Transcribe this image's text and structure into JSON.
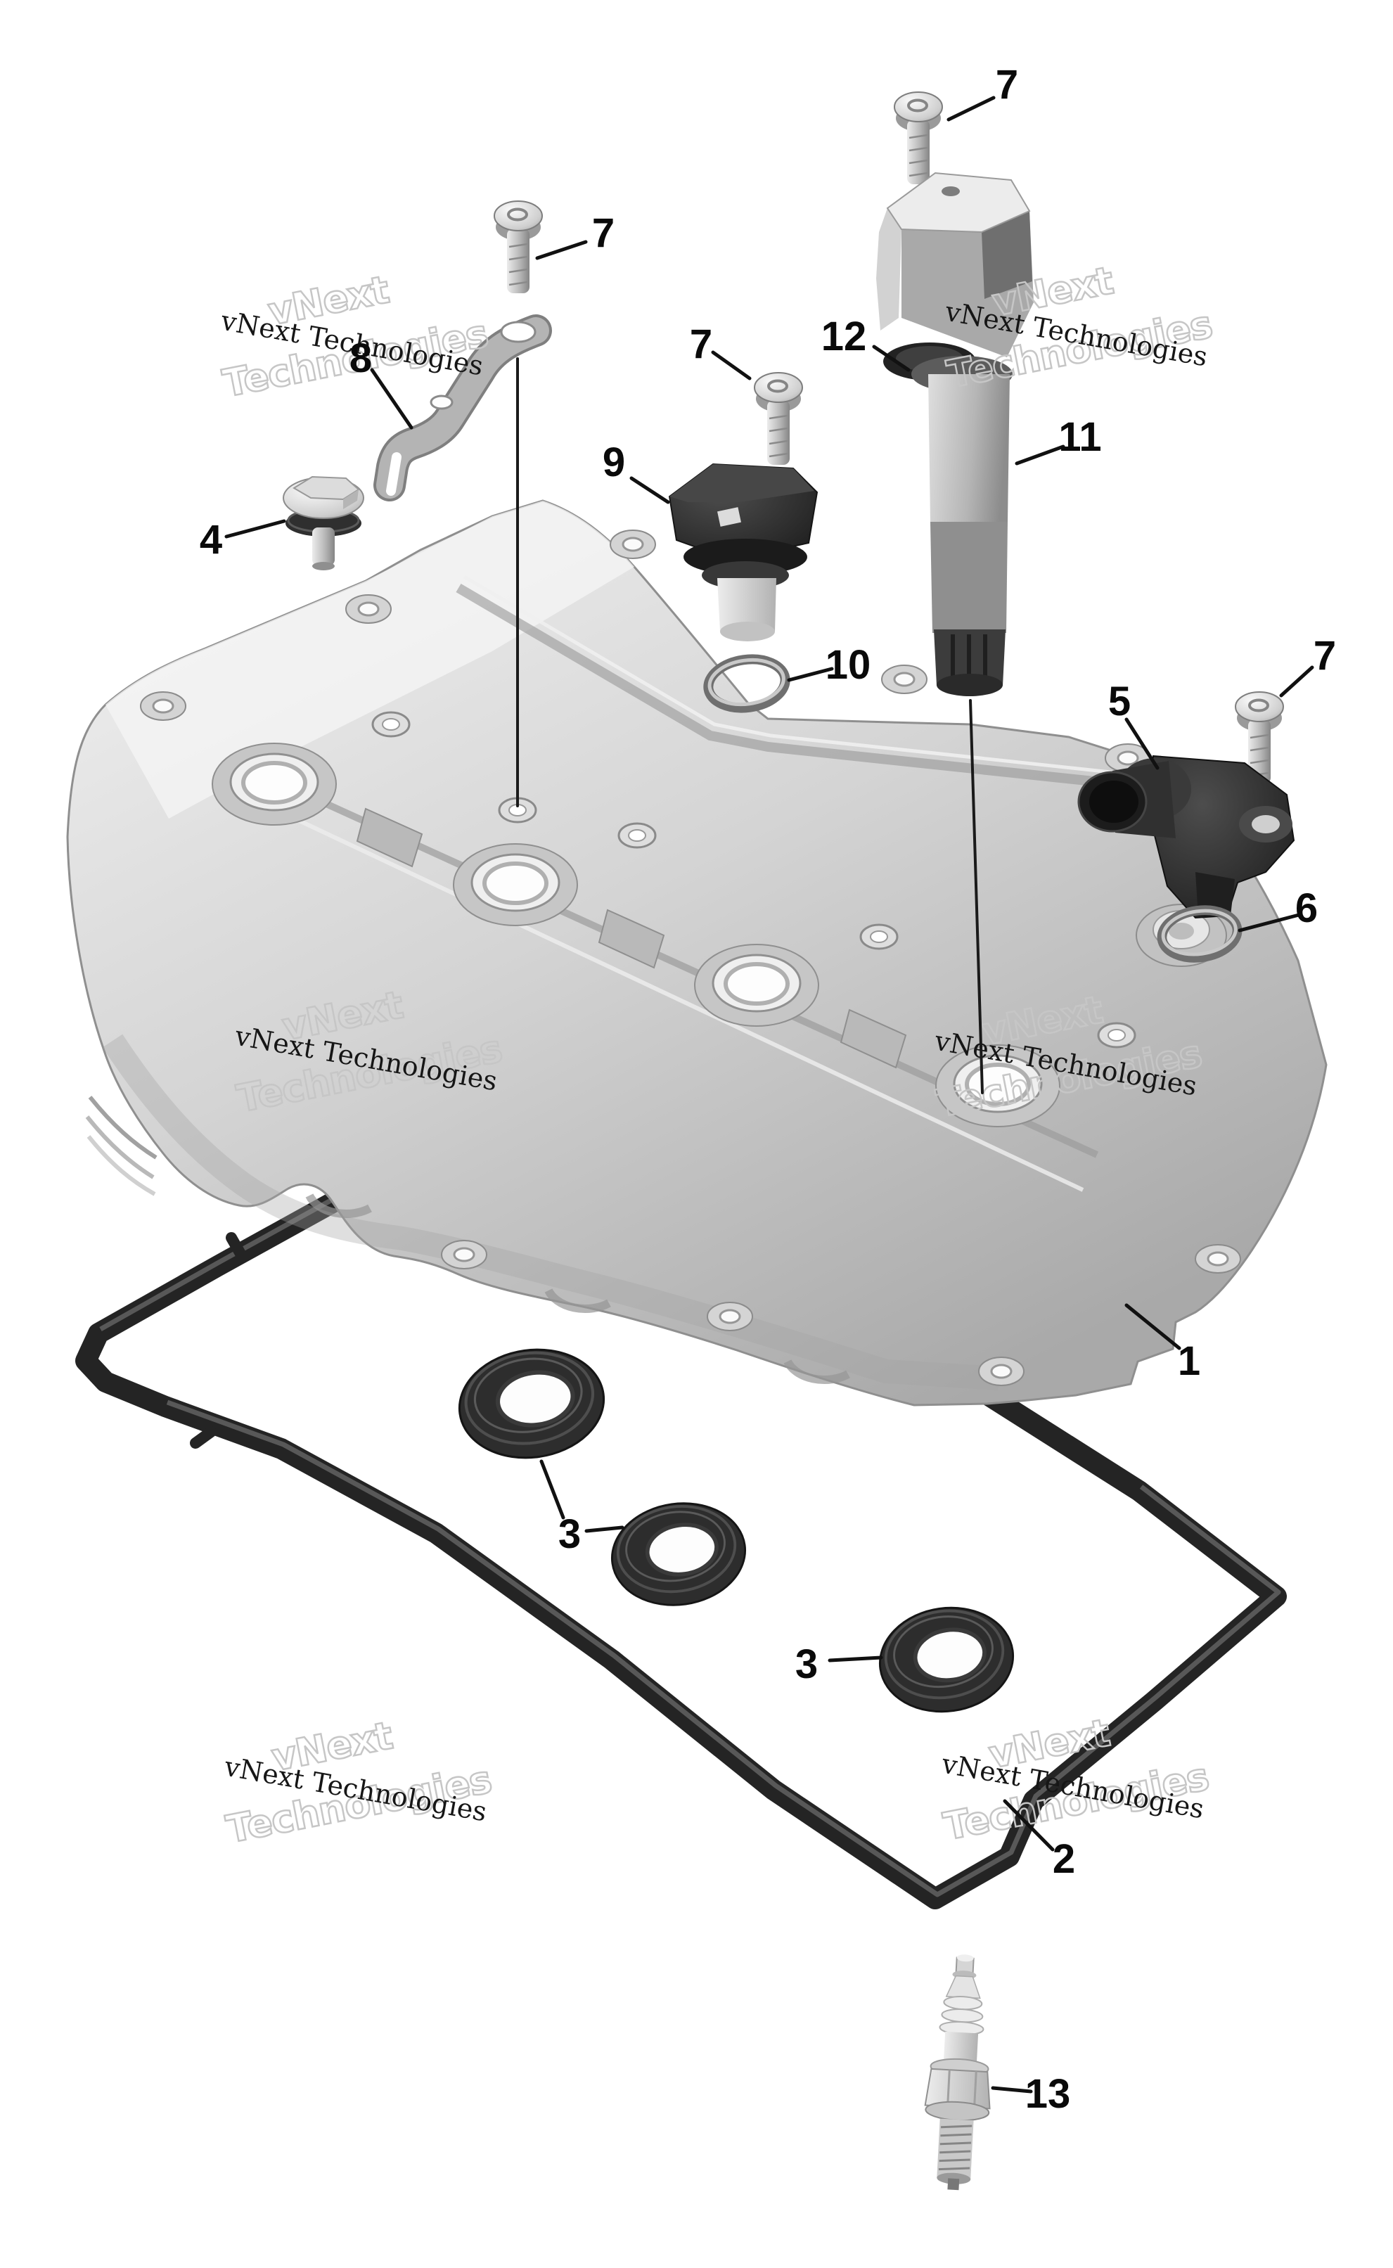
{
  "watermark": {
    "line1": "vNext",
    "line2": "Technologies",
    "combined": "vNext Technologies",
    "outline_color": "#c6c6c6",
    "text_color": "#161616"
  },
  "callouts": {
    "c1": {
      "label": "1"
    },
    "c2": {
      "label": "2"
    },
    "c3a": {
      "label": "3"
    },
    "c3b": {
      "label": "3"
    },
    "c4": {
      "label": "4"
    },
    "c5": {
      "label": "5"
    },
    "c6": {
      "label": "6"
    },
    "c7a": {
      "label": "7"
    },
    "c7b": {
      "label": "7"
    },
    "c7c": {
      "label": "7"
    },
    "c7d": {
      "label": "7"
    },
    "c8": {
      "label": "8"
    },
    "c9": {
      "label": "9"
    },
    "c10": {
      "label": "10"
    },
    "c11": {
      "label": "11"
    },
    "c12": {
      "label": "12"
    },
    "c13": {
      "label": "13"
    }
  },
  "colors": {
    "background": "#ffffff",
    "line": "#111111",
    "metal_light": "#f2f2f2",
    "metal_mid": "#c9c9c9",
    "metal_dark": "#8f8f8f",
    "rubber_dark": "#242424"
  }
}
